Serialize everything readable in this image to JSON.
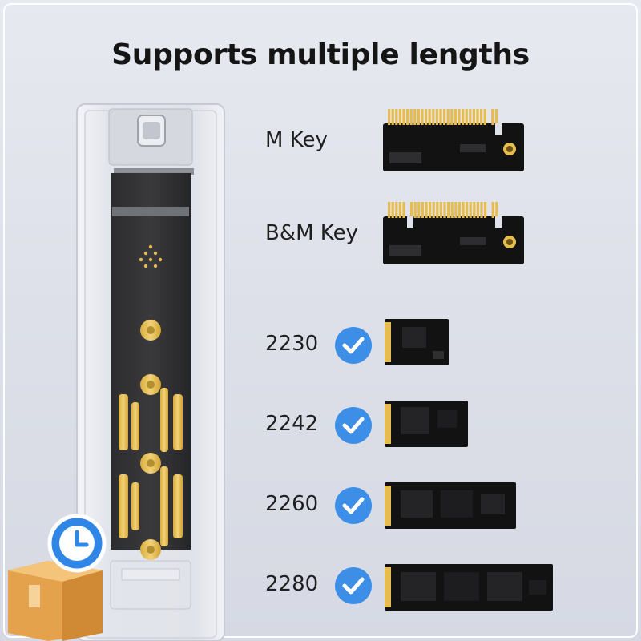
{
  "title": "Supports multiple lengths",
  "key_types": [
    {
      "label": "M Key"
    },
    {
      "label": "B&M Key"
    }
  ],
  "lengths": [
    {
      "label": "2230",
      "supported": true
    },
    {
      "label": "2242",
      "supported": true
    },
    {
      "label": "2260",
      "supported": true
    },
    {
      "label": "2280",
      "supported": true
    }
  ],
  "colors": {
    "background": "#dcdfe8",
    "check_blue": "#3d8ee6",
    "gold": "#e8c35a",
    "pcb": "#121212"
  },
  "icons": [
    "check-icon",
    "clock-icon",
    "package-icon"
  ]
}
